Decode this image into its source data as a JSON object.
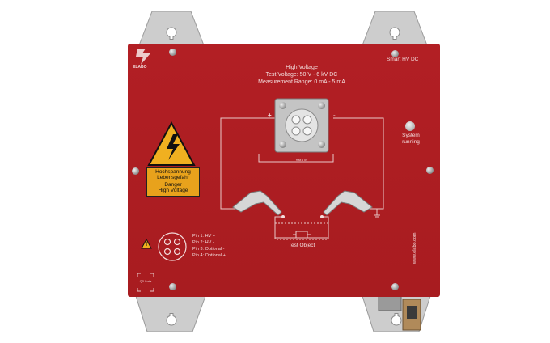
{
  "brand": {
    "logo_text": "ELABO",
    "model": "Smart HV DC"
  },
  "header": {
    "title": "High Voltage",
    "voltage": "Test Voltage: 50 V - 6 kV DC",
    "range": "Measurement Range: 0 mA - 5 mA"
  },
  "connector": {
    "plus": "+",
    "minus": "-",
    "caption": "max 6 kV"
  },
  "indicator": {
    "line1": "System",
    "line2": "running"
  },
  "warning_label": {
    "line1": "Hochspannung",
    "line2": "Lebensgefahr",
    "line3": "Danger",
    "line4": "High Voltage"
  },
  "pins": [
    "Pin 1: HV +",
    "Pin 2: HV -",
    "Pin 3: Optional -",
    "Pin 4: Optional +"
  ],
  "test_object": "Test Object",
  "qr_label": "QR Code",
  "website": "www.elabo.com",
  "colors": {
    "panel": "#a81c20",
    "warning": "#e8a21c",
    "bracket": "#c9c9c9"
  }
}
